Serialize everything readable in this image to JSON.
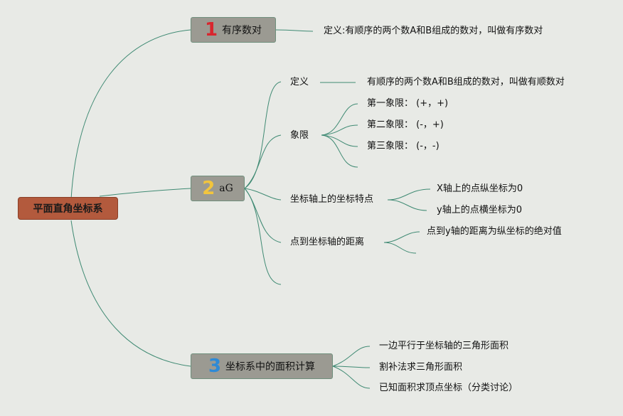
{
  "root": {
    "label": "平面直角坐标系"
  },
  "branches": [
    {
      "number": "1",
      "number_color": "#d8262e",
      "label": "有序数对"
    },
    {
      "number": "2",
      "number_color": "#f2c53d",
      "label": "aG"
    },
    {
      "number": "3",
      "number_color": "#2e8ad6",
      "label": "坐标系中的面积计算"
    }
  ],
  "b1": {
    "definition": "定义:有顺序的两个数A和B组成的数对，叫做有序数对"
  },
  "b2": {
    "definition_label": "定义",
    "definition_text": "有顺序的两个数A和B组成的数对，叫做有顺数对",
    "quadrant_label": "象限",
    "quadrants": [
      "第一象限： (+，+)",
      "第二象限： (-，+)",
      "第三象限： (-，-)"
    ],
    "axis_label": "坐标轴上的坐标特点",
    "axis_items": [
      "X轴上的点纵坐标为0",
      "y轴上的点横坐标为0"
    ],
    "distance_label": "点到坐标轴的距离",
    "distance_text": "点到y轴的距离为纵坐标的绝对值"
  },
  "b3": {
    "items": [
      "一边平行于坐标轴的三角形面积",
      "割补法求三角形面积",
      "已知面积求顶点坐标（分类讨论）"
    ]
  }
}
